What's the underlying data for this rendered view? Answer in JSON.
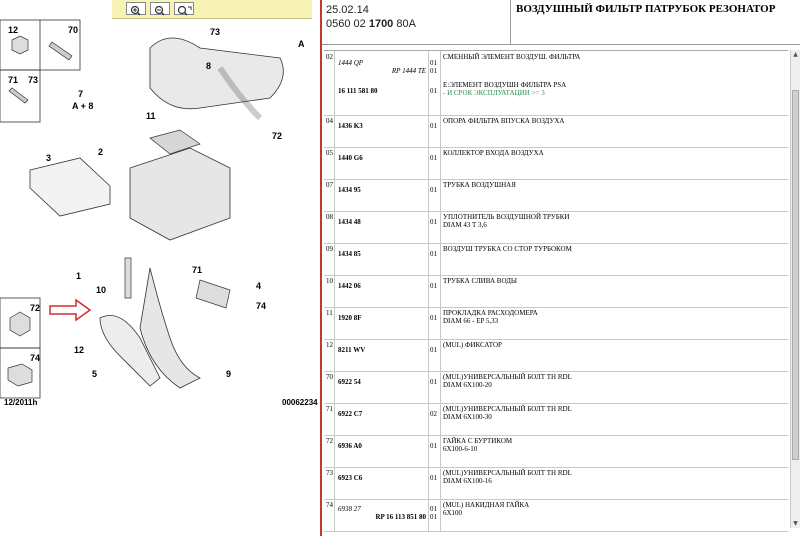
{
  "toolbar": {
    "zoom_in_icon": "zoom-in-icon",
    "zoom_out_icon": "zoom-out-icon",
    "zoom_fit_icon": "zoom-fit-icon"
  },
  "diagram": {
    "callouts": [
      "12",
      "70",
      "71",
      "73",
      "7",
      "A + 8",
      "2",
      "3",
      "11",
      "8",
      "73",
      "A",
      "72",
      "1",
      "10",
      "71",
      "4",
      "74",
      "72",
      "74",
      "12",
      "5",
      "9"
    ],
    "footer_date": "12/2011h",
    "footer_code": "00062234"
  },
  "header": {
    "date": "25.02.14",
    "ref_prefix": "0560 02 ",
    "ref_bold": "1700",
    "ref_suffix": " 80A",
    "title": "ВОЗДУШНЫЙ ФИЛЬТР ПАТРУБОК РЕЗОНАТОР"
  },
  "rows": [
    {
      "idx": "02",
      "refs": [
        {
          "t": "1444 QP",
          "cls": "i"
        },
        {
          "t": "RP 1444 TE",
          "cls": "i r"
        },
        {
          "t": "16 111 581 80",
          "cls": "b"
        }
      ],
      "qty": [
        "01",
        "01",
        "01"
      ],
      "desc": [
        {
          "t": "СМЕННЫЙ ЭЛЕМЕНТ ВОЗДУШ. ФИЛЬТРА",
          "g": false
        },
        {
          "t": "",
          "g": false
        },
        {
          "t": "Е:ЭЛЕМЕНТ ВОЗДУШН ФИЛЬТРА PSA",
          "g": false
        },
        {
          "t": "- И СРОК ЭКСПЛУАТАЦИИ >= 3",
          "g": true
        }
      ]
    },
    {
      "idx": "04",
      "refs": [
        {
          "t": "1436 K3",
          "cls": "b"
        }
      ],
      "qty": [
        "01"
      ],
      "desc": [
        {
          "t": "ОПОРА ФИЛЬТРА ВПУСКА ВОЗДУХА",
          "g": false
        }
      ]
    },
    {
      "idx": "05",
      "refs": [
        {
          "t": "1440 G6",
          "cls": "b"
        }
      ],
      "qty": [
        "01"
      ],
      "desc": [
        {
          "t": "КОЛЛЕКТОР ВХОДА ВОЗДУХА",
          "g": false
        }
      ]
    },
    {
      "idx": "07",
      "refs": [
        {
          "t": "1434 95",
          "cls": "b"
        }
      ],
      "qty": [
        "01"
      ],
      "desc": [
        {
          "t": "ТРУБКА ВОЗДУШНАЯ",
          "g": false
        }
      ]
    },
    {
      "idx": "08",
      "refs": [
        {
          "t": "1434 48",
          "cls": "b"
        }
      ],
      "qty": [
        "01"
      ],
      "desc": [
        {
          "t": "УПЛОТНИТЕЛЬ ВОЗДУШНОЙ ТРУБКИ",
          "g": false
        },
        {
          "t": "DIAM 43 T 3,6",
          "g": false
        }
      ]
    },
    {
      "idx": "09",
      "refs": [
        {
          "t": "1434 85",
          "cls": "b"
        }
      ],
      "qty": [
        "01"
      ],
      "desc": [
        {
          "t": "ВОЗДУШ ТРУБКА СО СТОР ТУРБОКОМ",
          "g": false
        }
      ]
    },
    {
      "idx": "10",
      "refs": [
        {
          "t": "1442 06",
          "cls": "b"
        }
      ],
      "qty": [
        "01"
      ],
      "desc": [
        {
          "t": "ТРУБКА СЛИВА ВОДЫ",
          "g": false
        }
      ]
    },
    {
      "idx": "11",
      "refs": [
        {
          "t": "1920 8F",
          "cls": "b"
        }
      ],
      "qty": [
        "01"
      ],
      "desc": [
        {
          "t": "ПРОКЛАДКА РАСХОДОМЕРА",
          "g": false
        },
        {
          "t": "DIAM 66 - EP 5,33",
          "g": false
        }
      ]
    },
    {
      "idx": "12",
      "refs": [
        {
          "t": "8211 WV",
          "cls": "b"
        }
      ],
      "qty": [
        "01"
      ],
      "desc": [
        {
          "t": "(MUL) ФИКСАТОР",
          "g": false
        }
      ]
    },
    {
      "idx": "70",
      "refs": [
        {
          "t": "6922 54",
          "cls": "b"
        }
      ],
      "qty": [
        "01"
      ],
      "desc": [
        {
          "t": "(MUL)УНИВЕРСАЛЬНЫЙ БОЛТ TH RDL",
          "g": false
        },
        {
          "t": "DIAM 6X100-20",
          "g": false
        }
      ]
    },
    {
      "idx": "71",
      "refs": [
        {
          "t": "6922 C7",
          "cls": "b"
        }
      ],
      "qty": [
        "02"
      ],
      "desc": [
        {
          "t": "(MUL)УНИВЕРСАЛЬНЫЙ БОЛТ TH RDL",
          "g": false
        },
        {
          "t": "DIAM 6X100-30",
          "g": false
        }
      ]
    },
    {
      "idx": "72",
      "refs": [
        {
          "t": "6936 A0",
          "cls": "b"
        }
      ],
      "qty": [
        "01"
      ],
      "desc": [
        {
          "t": "ГАЙКА С БУРТИКОМ",
          "g": false
        },
        {
          "t": "6X100-6-10",
          "g": false
        }
      ]
    },
    {
      "idx": "73",
      "refs": [
        {
          "t": "6923 C6",
          "cls": "b"
        }
      ],
      "qty": [
        "01"
      ],
      "desc": [
        {
          "t": "(MUL)УНИВЕРСАЛЬНЫЙ БОЛТ TH RDL",
          "g": false
        },
        {
          "t": "DIAM 6X100-16",
          "g": false
        }
      ]
    },
    {
      "idx": "74",
      "refs": [
        {
          "t": "6938 27",
          "cls": "i"
        },
        {
          "t": "RP 16 113 851 80",
          "cls": "b r"
        }
      ],
      "qty": [
        "01",
        "01"
      ],
      "desc": [
        {
          "t": "(MUL) НАКИДНАЯ ГАЙКА",
          "g": false
        },
        {
          "t": "6X100",
          "g": false
        }
      ]
    }
  ]
}
